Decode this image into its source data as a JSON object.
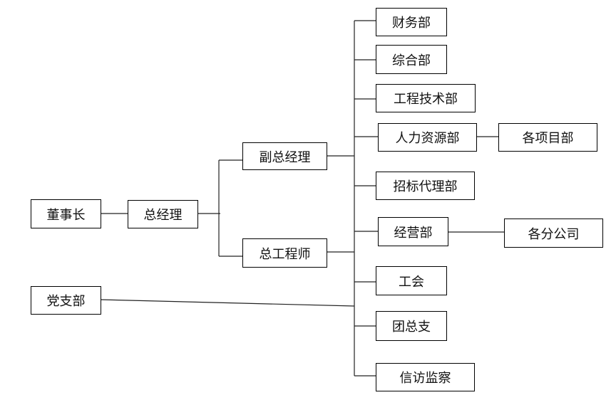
{
  "nodes": {
    "chairman": "董事长",
    "general_manager": "总经理",
    "deputy_gm": "副总经理",
    "chief_engineer": "总工程师",
    "party_branch": "党支部",
    "finance": "财务部",
    "general_affairs": "综合部",
    "engineering_tech": "工程技术部",
    "human_resources": "人力资源部",
    "projects": "各项目部",
    "bidding_agency": "招标代理部",
    "operations": "经营部",
    "branch_companies": "各分公司",
    "labor_union": "工会",
    "youth_league": "团总支",
    "petition_supervision": "信访监察"
  }
}
